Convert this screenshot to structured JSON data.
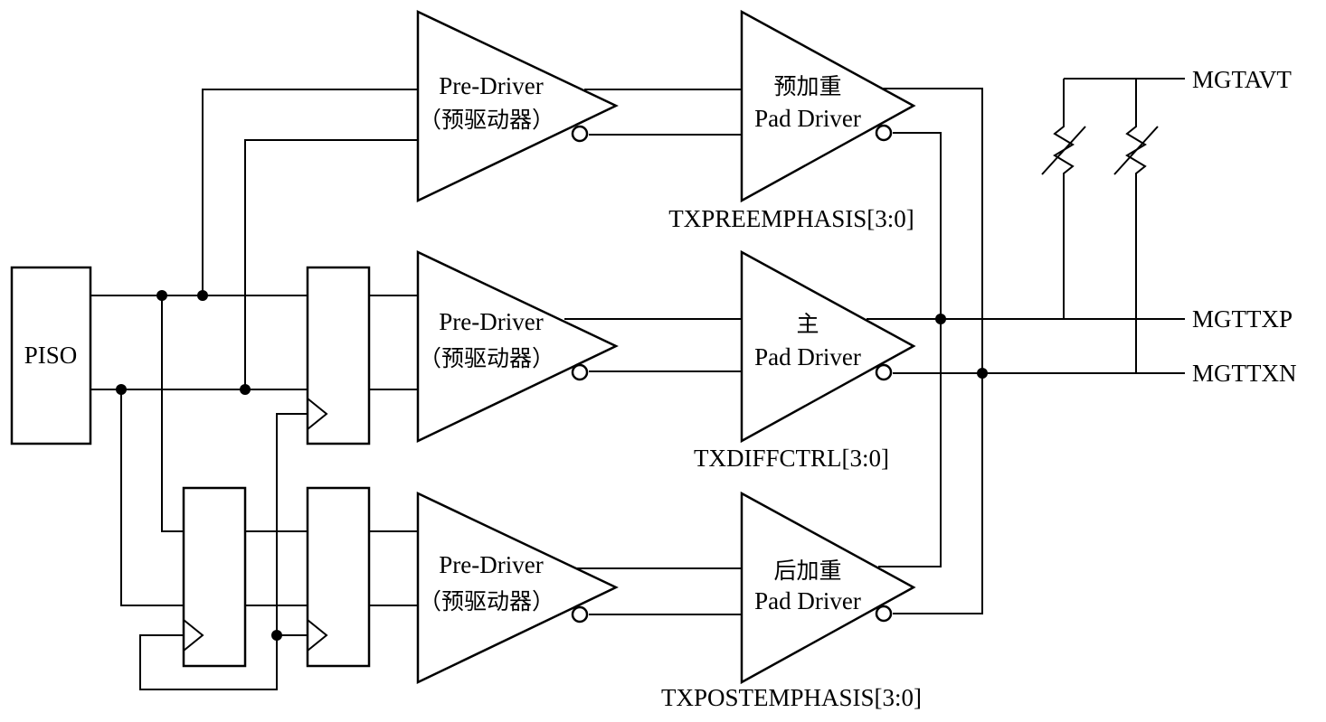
{
  "piso_label": "PISO",
  "pre_driver": {
    "top": {
      "line1": "Pre-Driver",
      "line2": "（预驱动器）"
    },
    "mid": {
      "line1": "Pre-Driver",
      "line2": "（预驱动器）"
    },
    "bot": {
      "line1": "Pre-Driver",
      "line2": "（预驱动器）"
    }
  },
  "pad_driver": {
    "top": {
      "line1": "预加重",
      "line2": "Pad Driver"
    },
    "mid": {
      "line1": "主",
      "line2": "Pad Driver"
    },
    "bot": {
      "line1": "后加重",
      "line2": "Pad Driver"
    }
  },
  "controls": {
    "preemphasis": "TXPREEMPHASIS[3:0]",
    "diffctrl": "TXDIFFCTRL[3:0]",
    "postemphasis": "TXPOSTEMPHASIS[3:0]"
  },
  "outputs": {
    "avt": "MGTAVT",
    "txp": "MGTTXP",
    "txn": "MGTTXN"
  }
}
